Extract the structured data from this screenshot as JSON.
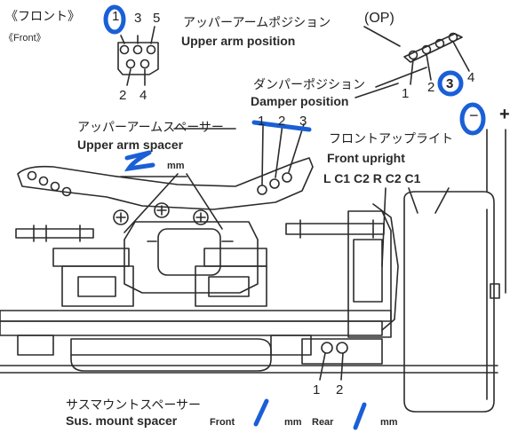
{
  "front_section": {
    "title_jp": "《フロント》",
    "title_en": "《Front》",
    "top_hole_labels": [
      "1",
      "3",
      "5"
    ],
    "bottom_hole_labels": [
      "2",
      "4"
    ],
    "handwritten_selection": "O"
  },
  "upper_arm_position": {
    "label_jp": "アッパーアームポジション",
    "label_en": "Upper arm position",
    "option_tag": "(OP)",
    "hole_labels": [
      "1",
      "2",
      "3",
      "4"
    ],
    "handwritten_selection": "3"
  },
  "damper_position": {
    "label_jp": "ダンパーポジション",
    "label_en": "Damper position",
    "hole_labels": [
      "1",
      "2",
      "3"
    ],
    "handwritten_mark": "-"
  },
  "upper_arm_spacer": {
    "label_jp": "アッパーアームスペーサー",
    "label_en": "Upper arm spacer",
    "handwritten_value": "2",
    "unit": "mm"
  },
  "front_upright": {
    "label_jp": "フロントアップライト",
    "label_en": "Front upright",
    "options": "L C1 C2   R C2 C1"
  },
  "camber": {
    "minus": "−",
    "plus": "+"
  },
  "sus_mount": {
    "hole_labels": [
      "1",
      "2"
    ],
    "label_jp": "サスマウントスペーサー",
    "label_en": "Sus. mount spacer",
    "front_label": "Front",
    "rear_label": "Rear",
    "unit": "mm",
    "handwritten_front": "/",
    "handwritten_rear": "/"
  },
  "colors": {
    "ink": "#1f1f1f",
    "handwriting": "#1a5fd6"
  }
}
